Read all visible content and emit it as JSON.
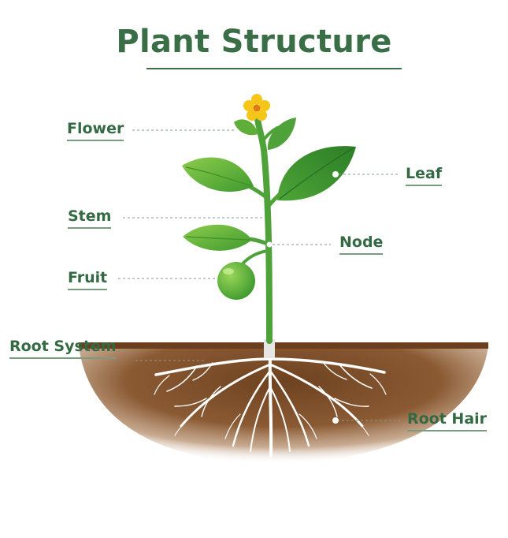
{
  "title": "Plant Structure",
  "labels": {
    "flower": "Flower",
    "leaf": "Leaf",
    "stem": "Stem",
    "node": "Node",
    "fruit": "Fruit",
    "root_system": "Root System",
    "root_hair": "Root Hair"
  },
  "colors": {
    "title": "#3a6e47",
    "label": "#346a43",
    "leaf_light": "#6cbd3f",
    "leaf_dark": "#2f8a2a",
    "stem": "#4fa23a",
    "flower_petal": "#f5c518",
    "flower_center": "#e08a1a",
    "soil": "#7a4a26",
    "roots": "#ffffff"
  }
}
